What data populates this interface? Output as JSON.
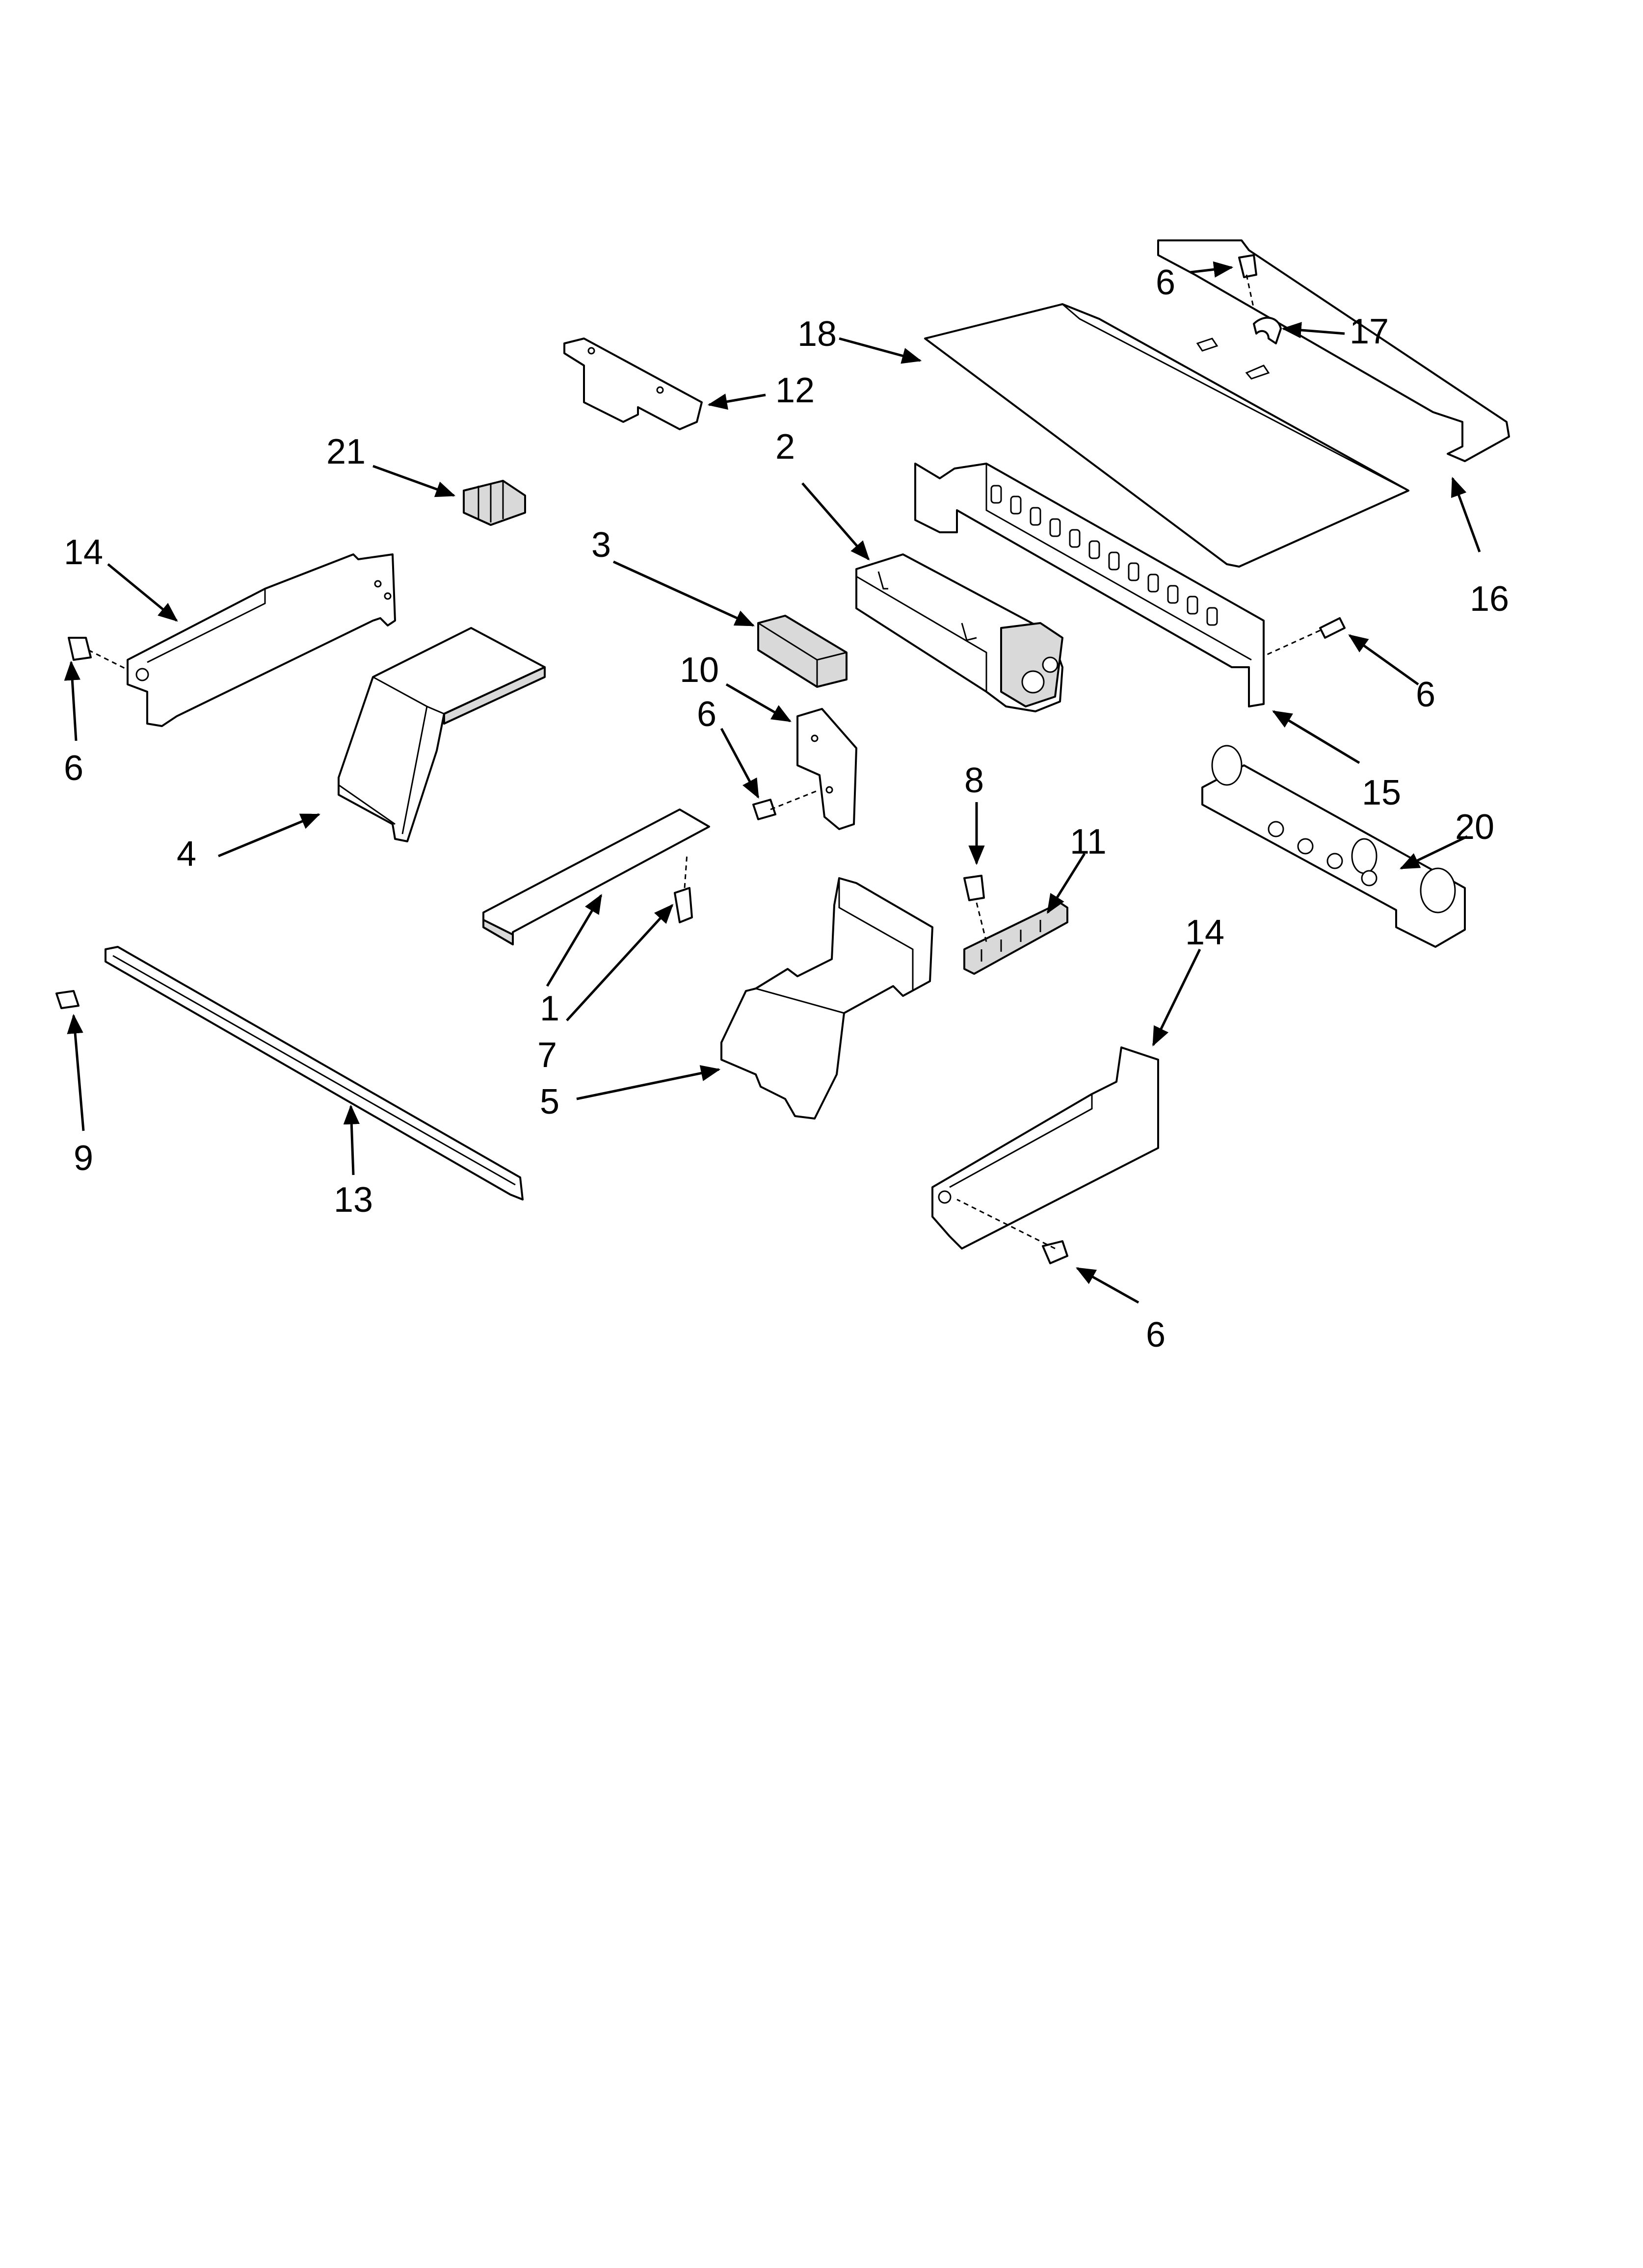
{
  "callouts": {
    "c1": "1",
    "c2": "2",
    "c3": "3",
    "c4": "4",
    "c5": "5",
    "c6a": "6",
    "c6b": "6",
    "c6c": "6",
    "c6d": "6",
    "c6e": "6",
    "c7": "7",
    "c8": "8",
    "c9": "9",
    "c10": "10",
    "c11": "11",
    "c12": "12",
    "c13": "13",
    "c14a": "14",
    "c14b": "14",
    "c15": "15",
    "c16": "16",
    "c17": "17",
    "c18": "18",
    "c20": "20",
    "c21": "21"
  }
}
